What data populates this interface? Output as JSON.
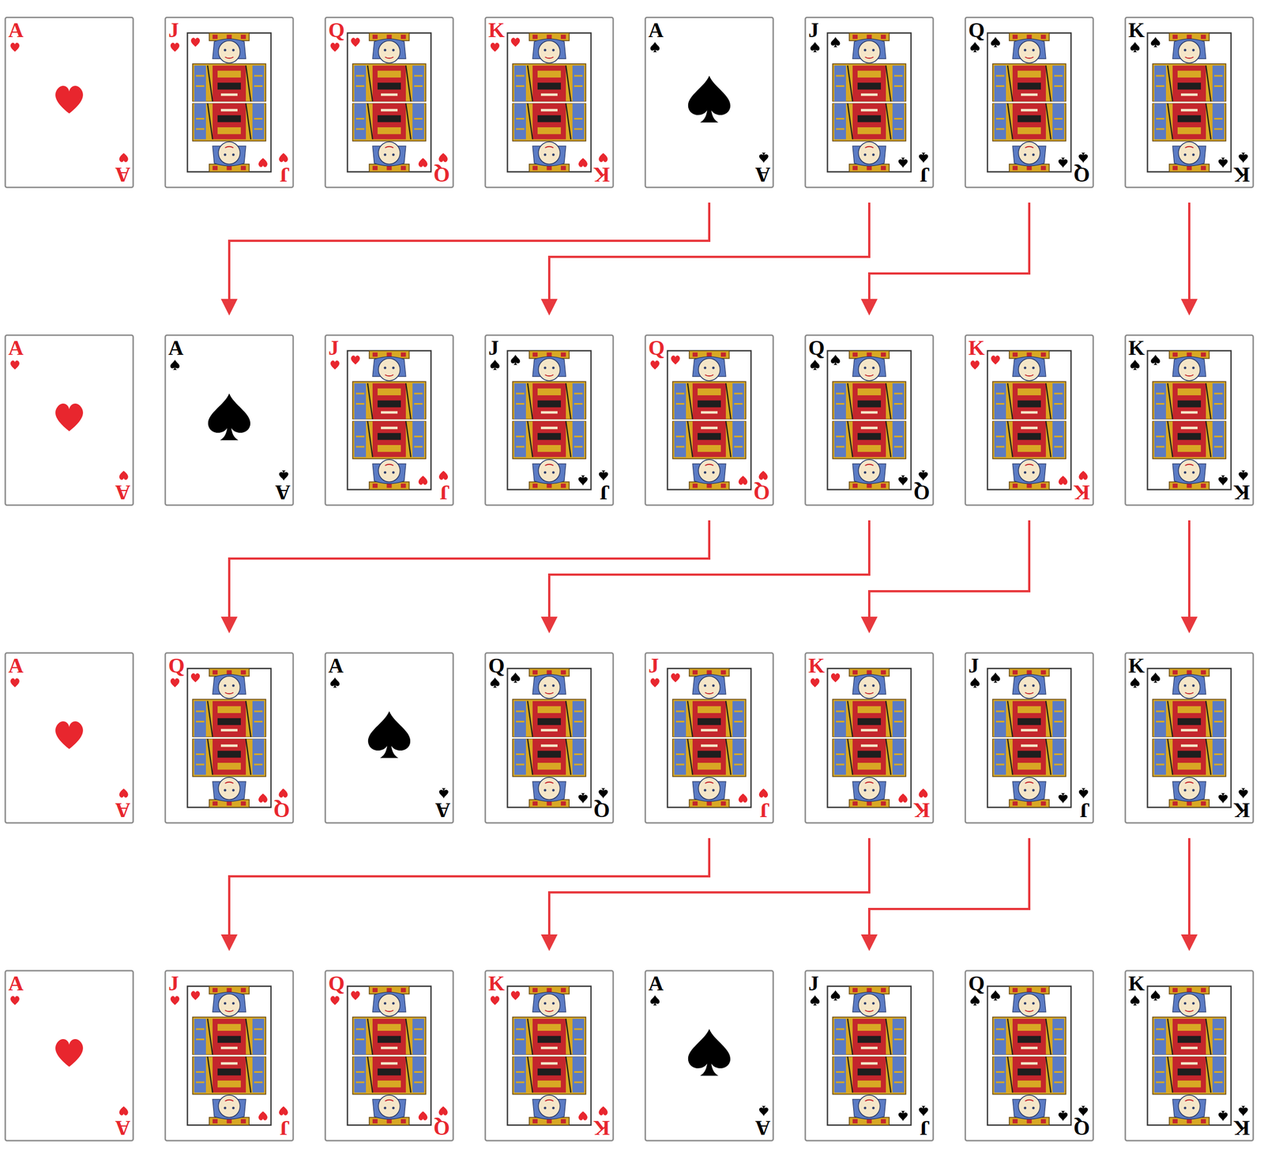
{
  "diagram": {
    "nodes": [
      {
        "text": [
          "A",
          "A"
        ]
      },
      {
        "text": [
          "J",
          "J"
        ]
      },
      {
        "text": [
          "Q",
          "Q"
        ]
      },
      {
        "text": [
          "K",
          "K"
        ]
      },
      {
        "text": [
          "A",
          "A"
        ]
      },
      {
        "text": [
          "J",
          "J"
        ]
      },
      {
        "text": [
          "Q",
          "Q"
        ]
      },
      {
        "text": [
          "K",
          "K"
        ]
      },
      {
        "text": [
          "A",
          "A"
        ]
      },
      {
        "text": [
          "A",
          "A"
        ]
      },
      {
        "text": [
          "J",
          "J"
        ]
      },
      {
        "text": [
          "J",
          "J"
        ]
      },
      {
        "text": [
          "Q",
          "Q"
        ]
      },
      {
        "text": [
          "Q",
          "Q"
        ]
      },
      {
        "text": [
          "K",
          "K"
        ]
      },
      {
        "text": [
          "K",
          "K"
        ]
      },
      {
        "text": [
          "A",
          "A"
        ]
      },
      {
        "text": [
          "Q",
          "Q"
        ]
      },
      {
        "text": [
          "A",
          "A"
        ]
      },
      {
        "text": [
          "Q",
          "Q"
        ]
      },
      {
        "text": [
          "J",
          "J"
        ]
      },
      {
        "text": [
          "K",
          "K"
        ]
      },
      {
        "text": [
          "J",
          "J"
        ]
      },
      {
        "text": [
          "K",
          "K"
        ]
      },
      {
        "text": [
          "A",
          "A"
        ]
      },
      {
        "text": [
          "J",
          "J"
        ]
      },
      {
        "text": [
          "Q",
          "Q"
        ]
      },
      {
        "text": [
          "K",
          "K"
        ]
      },
      {
        "text": [
          "A",
          "A"
        ]
      },
      {
        "text": [
          "J",
          "J"
        ]
      },
      {
        "text": [
          "Q",
          "Q"
        ]
      },
      {
        "text": [
          "K",
          "K"
        ]
      }
    ],
    "edges": [
      {
        "from": 4,
        "to": 9,
        "arrow": "to"
      },
      {
        "from": 5,
        "to": 11,
        "arrow": "to"
      },
      {
        "from": 6,
        "to": 13,
        "arrow": "to"
      },
      {
        "from": 7,
        "to": 15,
        "arrow": "to"
      },
      {
        "from": 12,
        "to": 17,
        "arrow": "to"
      },
      {
        "from": 13,
        "to": 19,
        "arrow": "to"
      },
      {
        "from": 14,
        "to": 21,
        "arrow": "to"
      },
      {
        "from": 15,
        "to": 23,
        "arrow": "to"
      },
      {
        "from": 20,
        "to": 25,
        "arrow": "to"
      },
      {
        "from": 21,
        "to": 27,
        "arrow": "to"
      },
      {
        "from": 22,
        "to": 29,
        "arrow": "to"
      },
      {
        "from": 23,
        "to": 31,
        "arrow": "to"
      }
    ]
  }
}
